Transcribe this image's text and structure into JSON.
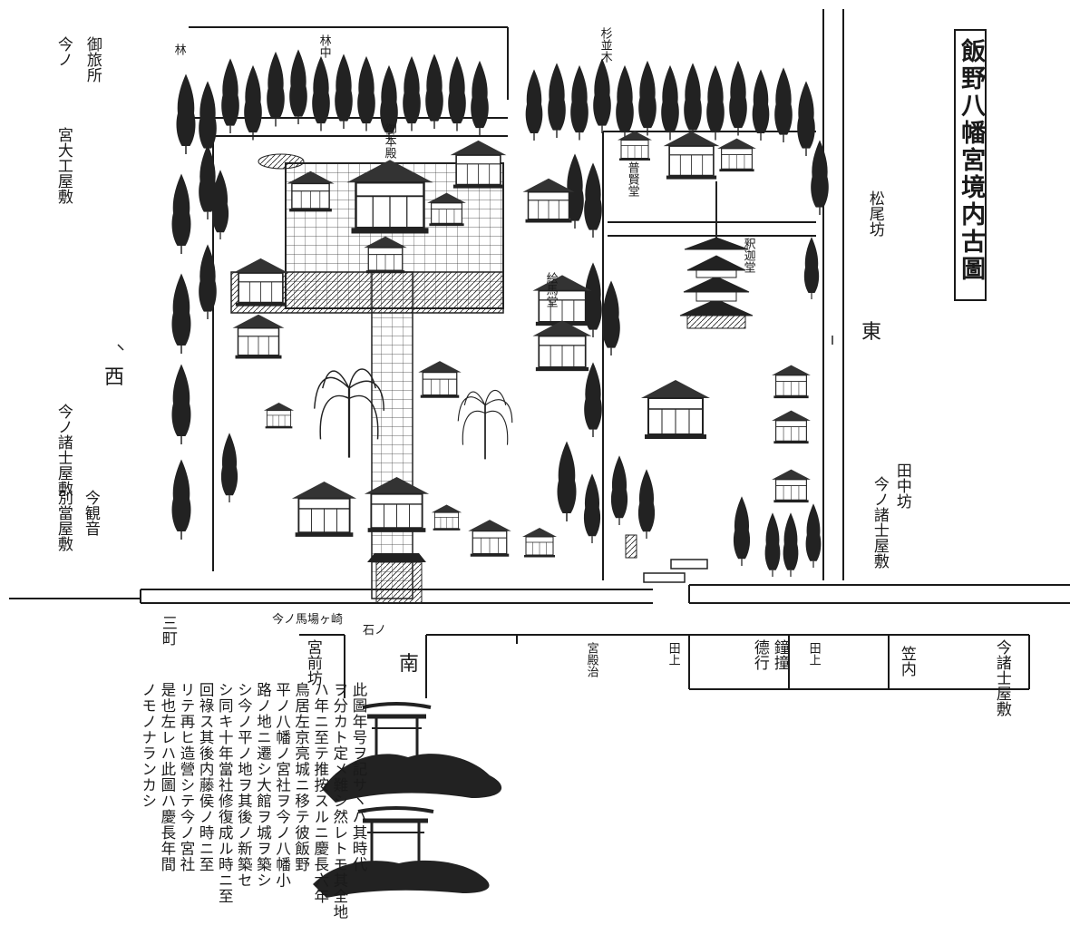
{
  "title": "飯野八幡宮境内古圖",
  "compass": {
    "east": "東",
    "west": "西",
    "south": "南"
  },
  "labels": {
    "top_left_1": "御旅所",
    "top_left_2": "今ノ",
    "left_residence_1": "宮大工屋敷",
    "left_residence_2": "今ノ諸士屋敷",
    "left_residence_3": "別當屋敷",
    "left_residence_3b": "今観音",
    "bottom_left": "三町",
    "bottom_road": "宮前坊",
    "bottom_center_1": "今ノ馬場ヶ崎",
    "bottom_center_2": "石ノ",
    "bottom_mid_1": "宮殿治",
    "bottom_mid_2": "田上",
    "bottom_mid_3": "鐘撞",
    "bottom_mid_3b": "德行",
    "bottom_mid_4": "田上",
    "bottom_right_1": "今諸士屋敷",
    "bottom_right_2": "笠内",
    "right_1": "松尾坊",
    "right_2": "今ノ諸士屋敷",
    "right_2b": "田中坊",
    "pagoda": "釈迦堂",
    "kannon": "普賢堂",
    "ema": "絵馬堂",
    "honden": "御本殿",
    "top_trees_1": "林",
    "top_trees_2": "林中",
    "top_trees_3": "杉並木"
  },
  "note": [
    "此圖年号ヲ記サヽバ其時代",
    "ヲ分カト定メ難シ然レトモ其全地",
    "ハ年ニ至テ推按スルニ慶長六年",
    "鳥居左京亮城ニ移テ彼飯野",
    "平ノ八幡ノ宮社ヲ今ノ八幡小",
    "路ノ地ニ遷シ大館ヲ城ヲ築シ",
    "シ今ノ平ノ地ヲ其後ノ新築セ",
    "シ同キ十年當社修復成ル時ニ至",
    "回祿ス其後内藤侯ノ時ニ至",
    "リテ再ヒ造營シテ今ノ宮社",
    "是也左レハ此圖ハ慶長年間",
    "ノモノナランカシ"
  ]
}
